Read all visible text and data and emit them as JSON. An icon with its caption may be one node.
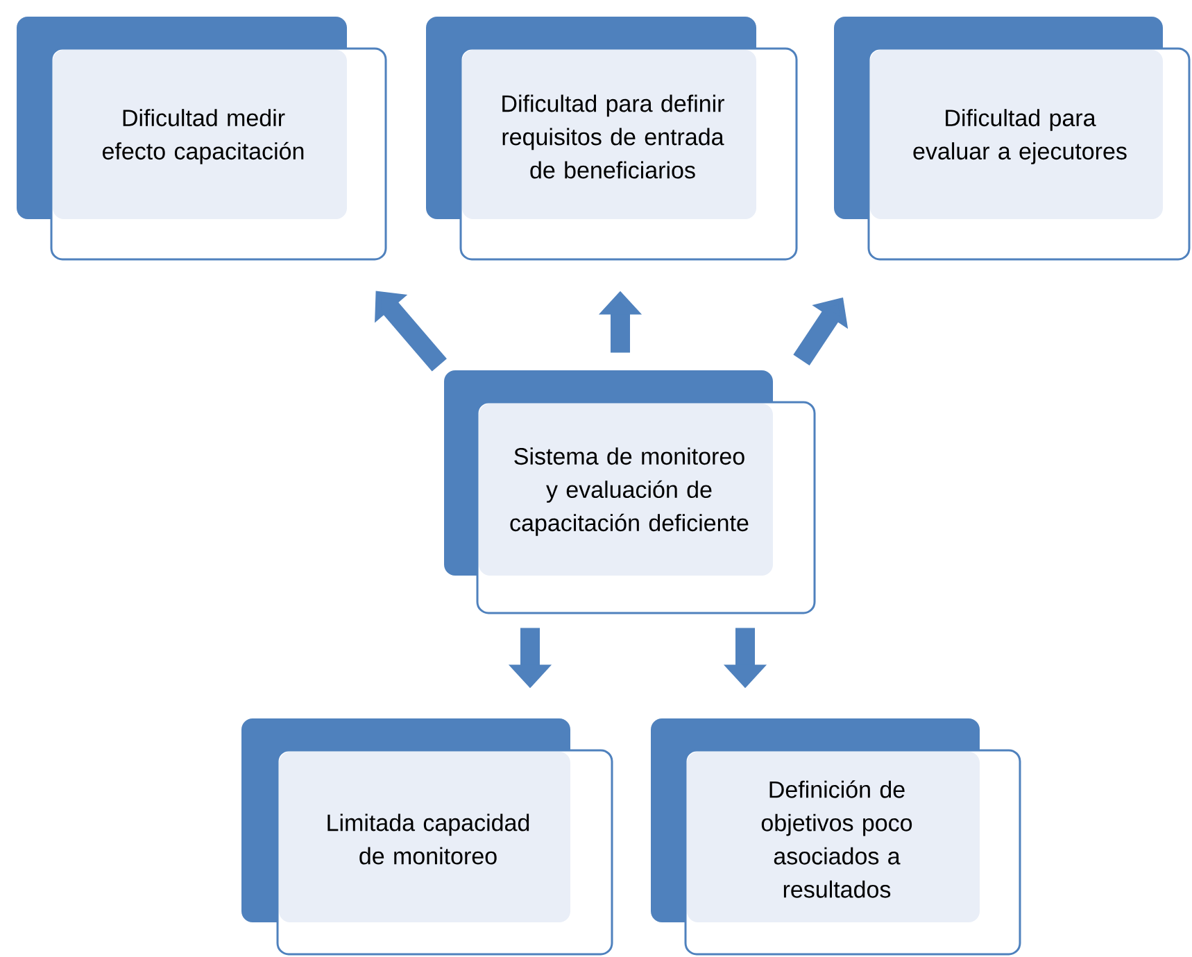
{
  "diagram": {
    "nodes": [
      {
        "text": [
          "Dificultad medir efecto capacitación"
        ]
      },
      {
        "text": [
          "Dificultad para definir requisitos de entrada de beneficiarios"
        ]
      },
      {
        "text": [
          "Dificultad para evaluar a  ejecutores"
        ]
      },
      {
        "text": [
          "Sistema de monitoreo y evaluación de capacitación deficiente"
        ]
      },
      {
        "text": [
          "Limitada capacidad de monitoreo"
        ]
      },
      {
        "text": [
          "Definición de objetivos poco asociados a resultados"
        ]
      }
    ],
    "edges": [
      {
        "from": 3,
        "to": 0,
        "arrow": "to"
      },
      {
        "from": 3,
        "to": 1,
        "arrow": "to"
      },
      {
        "from": 3,
        "to": 2,
        "arrow": "to"
      },
      {
        "from": 3,
        "to": 4,
        "arrow": "to"
      },
      {
        "from": 3,
        "to": 5,
        "arrow": "to"
      }
    ]
  }
}
